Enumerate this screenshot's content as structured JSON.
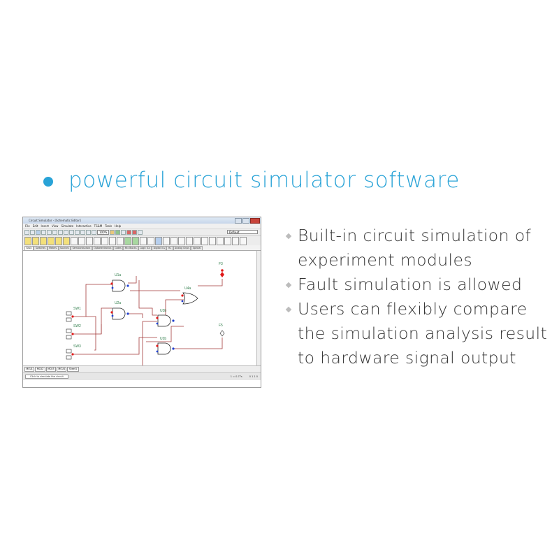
{
  "headline": "powerful circuit simulator software",
  "features": [
    "Built-in circuit simulation of experiment modules",
    "Fault simulation is allowed",
    "Users can flexibly compare the simulation analysis result to hardware signal output"
  ],
  "screenshot": {
    "title": "Circuit Simulator - [Schematic Editor]",
    "menus": [
      "File",
      "Edit",
      "Insert",
      "View",
      "Simulate",
      "Interactive",
      "TS&M",
      "Tools",
      "Help"
    ],
    "zoom": "100%",
    "dropdown": "Default",
    "component_tabs": [
      "Basic",
      "Switches",
      "Meters",
      "Sources",
      "Semiconductors",
      "Optoelectronics",
      "Gates",
      "Mix Blocks",
      "Logic ICs",
      "Digital ICs",
      "HL",
      "Analog Chips",
      "Special"
    ],
    "sheet_tabs": [
      "MCU1",
      "MCU2",
      "MCU3",
      "MCU4",
      "Sheet1"
    ],
    "status_text": "Click to simulate the circuit",
    "status_right": [
      "1 = 0.77s",
      "0 1 1 0"
    ],
    "labels": {
      "U1a": "U1a",
      "U2a": "U2a",
      "U3b": "U3b",
      "U2b": "U2b",
      "U4a": "U4a",
      "SW1": "SW1",
      "SW2": "SW2",
      "SW3": "SW3",
      "F3": "F3",
      "F5": "F5"
    }
  },
  "colors": {
    "accent": "#29a3d7",
    "wire": "#a33a3a",
    "label_green": "#2f7d4a",
    "node_red": "#e01818",
    "node_blue": "#1f3fd0"
  }
}
